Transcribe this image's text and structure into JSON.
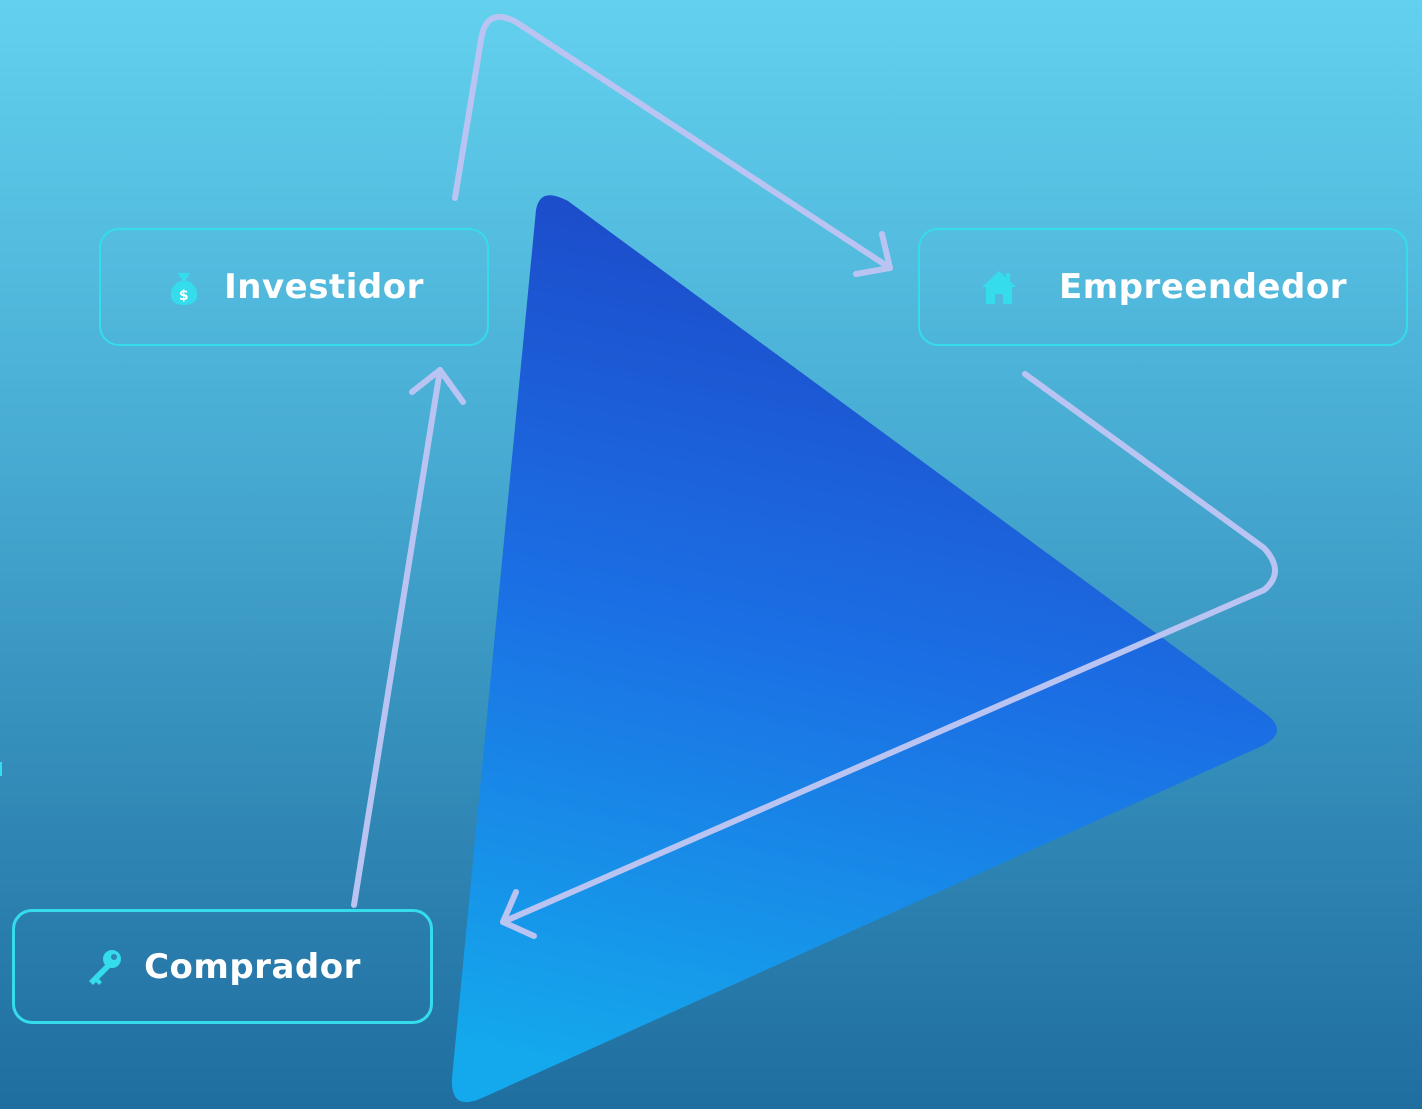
{
  "diagram": {
    "nodes": [
      {
        "id": "investidor",
        "label": "Investidor",
        "icon": "money-bag-icon"
      },
      {
        "id": "empreendedor",
        "label": "Empreendedor",
        "icon": "house-icon"
      },
      {
        "id": "comprador",
        "label": "Comprador",
        "icon": "key-icon"
      }
    ],
    "edges": [
      {
        "from": "investidor",
        "to": "empreendedor"
      },
      {
        "from": "empreendedor",
        "to": "comprador"
      },
      {
        "from": "comprador",
        "to": "investidor"
      }
    ],
    "colors": {
      "background_top": "#62d1ee",
      "background_bottom": "#1f6ea0",
      "node_border": "#35dcec",
      "node_icon": "#35dcec",
      "arrow": "#b9c4f2",
      "triangle_top": "#1d46c6",
      "triangle_bottom": "#14a8ec"
    }
  }
}
